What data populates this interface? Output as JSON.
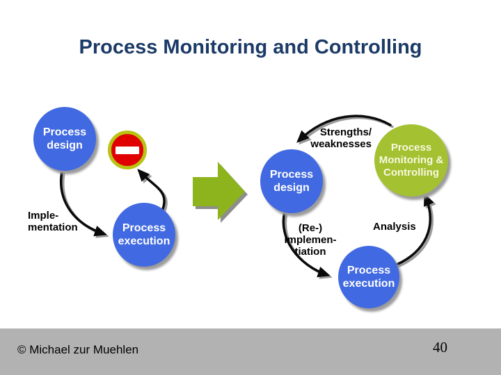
{
  "slide": {
    "title": "Process Monitoring and Controlling",
    "footer": {
      "copyright": "© Michael zur Muehlen",
      "page_number": "40"
    }
  },
  "diagram": {
    "left_cycle": {
      "design_label": "Process design",
      "execution_label": "Process execution",
      "implementation_lines": [
        "Imple-",
        "mentation"
      ],
      "stop_icon": "no-entry-icon"
    },
    "transition": {
      "arrow_icon": "big-right-arrow-icon"
    },
    "right_cycle": {
      "design_label": "Process design",
      "monitoring_label": "Process Monitoring & Controlling",
      "execution_label": "Process execution",
      "strengths_lines": [
        "Strengths/",
        "weaknesses"
      ],
      "analysis_label": "Analysis",
      "reimplementation_lines": [
        "(Re-)",
        "implemen-",
        "tiation"
      ]
    },
    "colors": {
      "node_blue": "#4169e1",
      "node_green": "#a3c130",
      "transition_arrow_green": "#8db41c",
      "stop_ring_olive": "#b9c313",
      "stop_red": "#e00000",
      "title_navy": "#1b3a66",
      "footer_gray": "#b2b2b2"
    }
  }
}
